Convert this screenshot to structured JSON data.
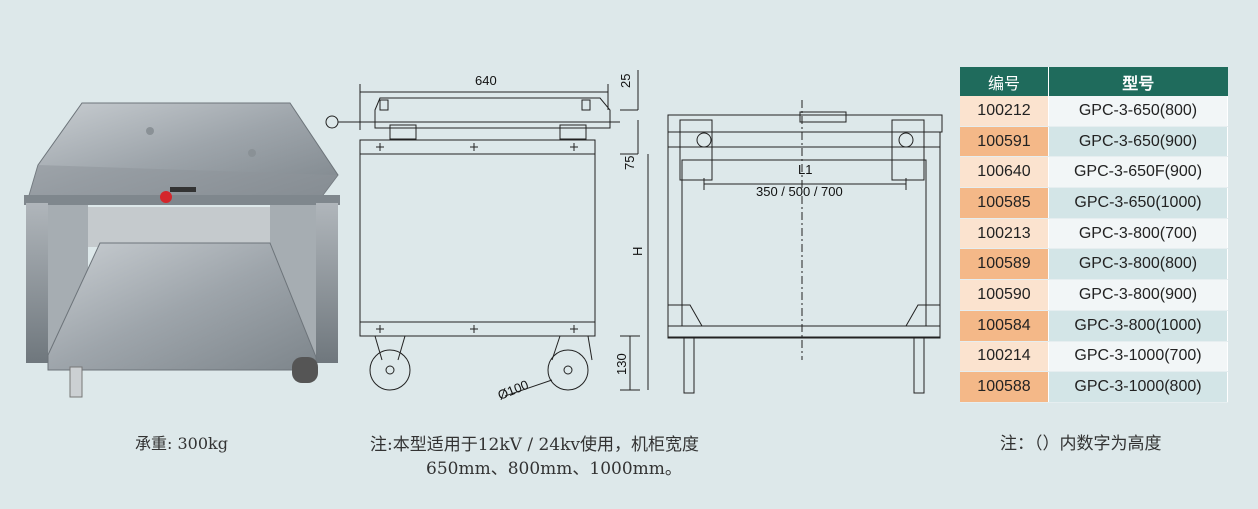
{
  "photo": {
    "alt_icon": "switchgear-trolley-photo"
  },
  "captions": {
    "weight": "承重: 300kg",
    "note_line1": "注:本型适用于12kV / 24kv使用，机柜宽度",
    "note_line2": "650mm、800mm、1000mm。",
    "right_note": "注：（）内数字为高度"
  },
  "front_drawing": {
    "width_label": "640",
    "top_offset_label": "25",
    "offset_label": "75",
    "height_label": "H",
    "wheel_height_label": "130",
    "wheel_dia_label": "Ø100"
  },
  "side_drawing": {
    "l1_label": "L1",
    "l1_values": "350 / 500 / 700"
  },
  "table": {
    "headers": [
      "编号",
      "型号"
    ],
    "rows": [
      [
        "100212",
        "GPC-3-650(800)"
      ],
      [
        "100591",
        "GPC-3-650(900)"
      ],
      [
        "100640",
        "GPC-3-650F(900)"
      ],
      [
        "100585",
        "GPC-3-650(1000)"
      ],
      [
        "100213",
        "GPC-3-800(700)"
      ],
      [
        "100589",
        "GPC-3-800(800)"
      ],
      [
        "100590",
        "GPC-3-800(900)"
      ],
      [
        "100584",
        "GPC-3-800(1000)"
      ],
      [
        "100214",
        "GPC-3-1000(700)"
      ],
      [
        "100588",
        "GPC-3-1000(800)"
      ]
    ]
  }
}
